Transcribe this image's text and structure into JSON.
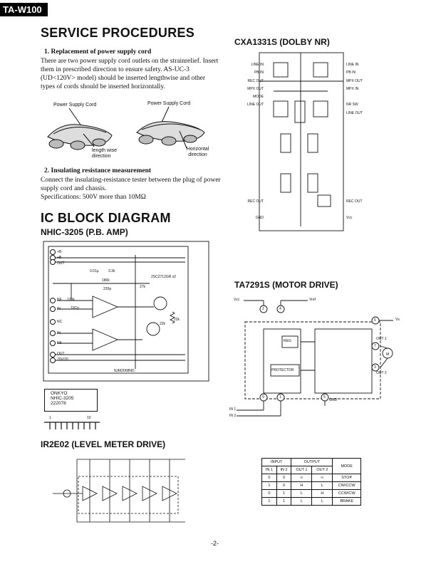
{
  "header": {
    "model": "TA-W100"
  },
  "service": {
    "title": "SERVICE PROCEDURES",
    "s1_title": "1.  Replacement of power supply cord",
    "s1_body": "There are two power supply cord outlets on the strainrelief. Insert them in prescribed direction to ensure safety. AS-UC-3 (UD<120V> model) should be inserted lengthwise and other types of cords should be inserted horizontally.",
    "cord_label_left": "Power Supply Cord",
    "cord_label_right": "Power Supply Cord",
    "lengthwise_label": "length wise direction",
    "horizontal_label": "Horizontal direction",
    "s2_title": "2.  Insulating resistance measurement",
    "s2_body": "Connect the insulating-resistance tester between the plug of power supply cord and chassis.",
    "spec": "Specifications: 500V more than 10MΩ"
  },
  "ic": {
    "title": "IC BLOCK DIAGRAM",
    "nhic_title": "NHIC-3205 (P.B. AMP)",
    "nhic_pins": [
      "+B",
      "+B",
      "OUT",
      "NF",
      "IN",
      "NC",
      "IN",
      "NF",
      "OUT",
      "70V/20"
    ],
    "nhic_parts": [
      "0.01μ",
      "3.3k",
      "180k",
      "2SC2712GR x2",
      "27k",
      "220p",
      "120k",
      "10Cp",
      "22k",
      "22k"
    ],
    "nhic_chip": "NJM2068ND",
    "pkg_lines": [
      "ONKYO",
      "NHIC-3205",
      "222078"
    ],
    "pkg_pin_first": "1",
    "pkg_pin_last": "10",
    "ir2e02_title": "IR2E02 (LEVEL METER DRIVE)",
    "cxa_title": "CXA1331S (DOLBY NR)",
    "cxa_left_pins": [
      "LINE IN",
      "PB IN",
      "REC OUT",
      "MPX OUT",
      "MODE",
      "LINE OUT",
      "",
      "",
      "",
      "",
      "",
      "",
      "",
      "",
      "",
      "REC OUT",
      "",
      "GND"
    ],
    "cxa_right_pins": [
      "LINE IN",
      "PB IN",
      "MPX OUT",
      "MPX IN",
      "",
      "NR SW",
      "LINE OUT",
      "",
      "",
      "",
      "",
      "",
      "",
      "",
      "",
      "REC OUT",
      "",
      "Vcc"
    ],
    "ta_title": "TA7291S (MOTOR DRIVE)",
    "ta_labels": {
      "vcc": "Vcc",
      "vref": "Vref",
      "vs": "Vs",
      "reg": "REG",
      "prot": "PROTECTOR",
      "out1": "OUT 1",
      "out2": "OUT 2",
      "gnd": "GND",
      "in1": "IN 1",
      "in2": "IN 2",
      "motor": "M"
    },
    "ta_pins": [
      "2",
      "4",
      "6",
      "7",
      "3",
      "9",
      "1",
      "5"
    ]
  },
  "truth_table": {
    "h_input": "INPUT",
    "h_output": "OUTPUT",
    "h_mode": "MODE",
    "cols": [
      "IN 1",
      "IN 2",
      "OUT 1",
      "OUT 2"
    ],
    "rows": [
      [
        "0",
        "0",
        "∞",
        "∞",
        "STOP"
      ],
      [
        "1",
        "0",
        "H",
        "L",
        "CW/CCW"
      ],
      [
        "0",
        "1",
        "L",
        "H",
        "CCW/CW"
      ],
      [
        "1",
        "1",
        "L",
        "L",
        "BRAKE"
      ]
    ]
  },
  "footer": {
    "page": "-2-"
  }
}
